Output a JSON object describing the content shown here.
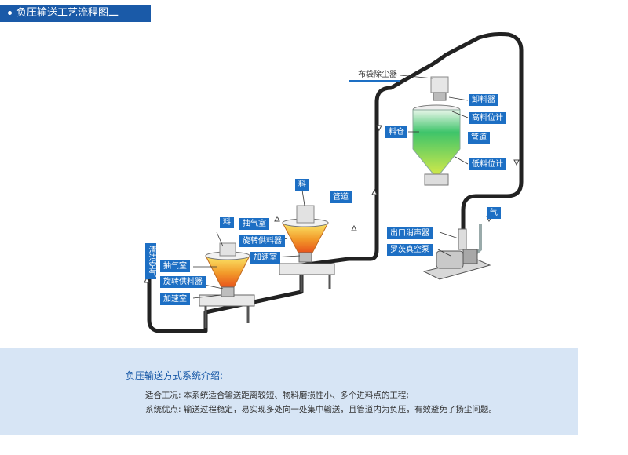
{
  "header": {
    "title": "负压输送工艺流程图二"
  },
  "diagram": {
    "labels": {
      "dust_collector": "布袋除尘器",
      "unloader": "卸料器",
      "high_level": "高料位计",
      "silo": "料仓",
      "pipe_right": "管道",
      "low_level": "低料位计",
      "air": "气",
      "pipe_middle": "管道",
      "material_1": "料",
      "material_2": "料",
      "suction_1": "抽气室",
      "feeder_1": "旋转供料器",
      "accel_1": "加速室",
      "suction_2": "抽气室",
      "feeder_2": "旋转供料器",
      "accel_2": "加速室",
      "clean_air": "清洁空气",
      "outlet_silencer": "出口消声器",
      "roots_pump": "罗茨真空泵"
    }
  },
  "info": {
    "title": "负压输送方式系统介绍:",
    "conditions": "适合工况:  本系统适合输送距离较短、物料磨损性小、多个进料点的工程;",
    "advantages": "系统优点:  输送过程稳定，易实现多处向一处集中输送，且管道内为负压，有效避免了扬尘问题。"
  },
  "colors": {
    "accent": "#1a5aa8",
    "label_bg": "#1d6fc4",
    "panel_bg": "#d7e5f5",
    "pipe": "#222222"
  }
}
